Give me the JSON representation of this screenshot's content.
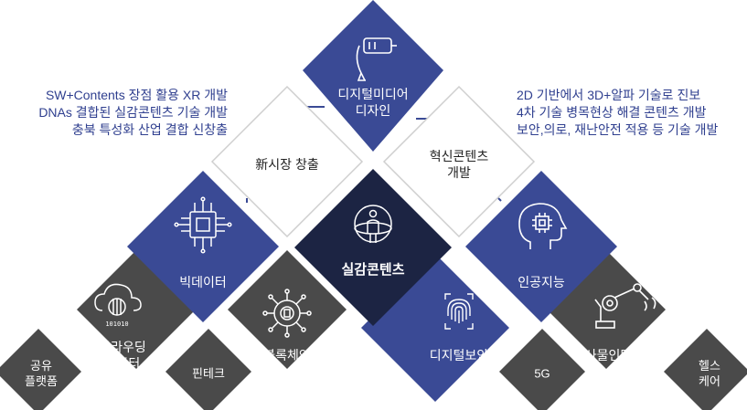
{
  "left_description": [
    "SW+Contents 장점 활용 XR 개발",
    "DNAs 결합된 실감콘텐츠 기술 개발",
    "충북 특성화 산업 결합 신창출"
  ],
  "right_description": [
    "2D 기반에서 3D+알파 기술로 진보",
    "4차 기술 병목현상 해결 콘텐츠 개발",
    "보안,의로, 재난안전 적용 등 기술 개발"
  ],
  "nodes": {
    "digital_media": "디지털미디어\n디자인",
    "new_market": "新시장 창출",
    "innovative_content": "혁신콘텐츠\n개발",
    "big_data": "빅데이터",
    "realistic_content": "실감콘텐츠",
    "ai": "인공지능",
    "cloud": "클라우딩\n컴퓨터",
    "blockchain": "블록체인",
    "digital_security": "디지털보안",
    "iot": "사물인터넷",
    "shared_platform": "공유\n플랫폼",
    "fintech": "핀테크",
    "five_g": "5G",
    "health_care": "헬스\n케어"
  },
  "icons": {
    "digital_media": "vr-headset-icon",
    "big_data": "chip-icon",
    "realistic_content": "person-globe-icon",
    "ai": "brain-chip-icon",
    "cloud": "cloud-data-icon",
    "blockchain": "blockchain-gear-icon",
    "digital_security": "fingerprint-icon",
    "iot": "robot-arm-icon"
  },
  "colors": {
    "navy": "#3a4a95",
    "dark_navy": "#1c2443",
    "gray": "#4a4a4a",
    "outline": "#cfcfcf",
    "description_text": "#2f3f8f"
  }
}
